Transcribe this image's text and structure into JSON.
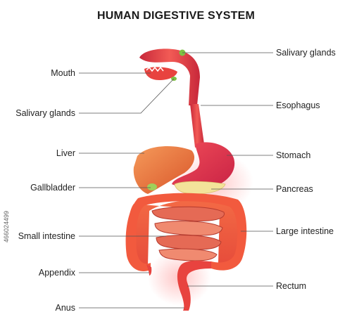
{
  "title": "HUMAN DIGESTIVE SYSTEM",
  "labels": {
    "mouth": "Mouth",
    "salivary_glands_left": "Salivary glands",
    "liver": "Liver",
    "gallbladder": "Gallbladder",
    "small_intestine": "Small intestine",
    "appendix": "Appendix",
    "anus": "Anus",
    "salivary_glands_right": "Salivary glands",
    "esophagus": "Esophagus",
    "stomach": "Stomach",
    "pancreas": "Pancreas",
    "large_intestine": "Large intestine",
    "rectum": "Rectum"
  },
  "watermark_id": "466024499",
  "colors": {
    "organ_red": "#e8433f",
    "organ_orange": "#f46a3c",
    "liver": "#f07a3a",
    "gland_green": "#7dc242",
    "pancreas_yellow": "#f3e39a",
    "leader_line": "#555555"
  }
}
